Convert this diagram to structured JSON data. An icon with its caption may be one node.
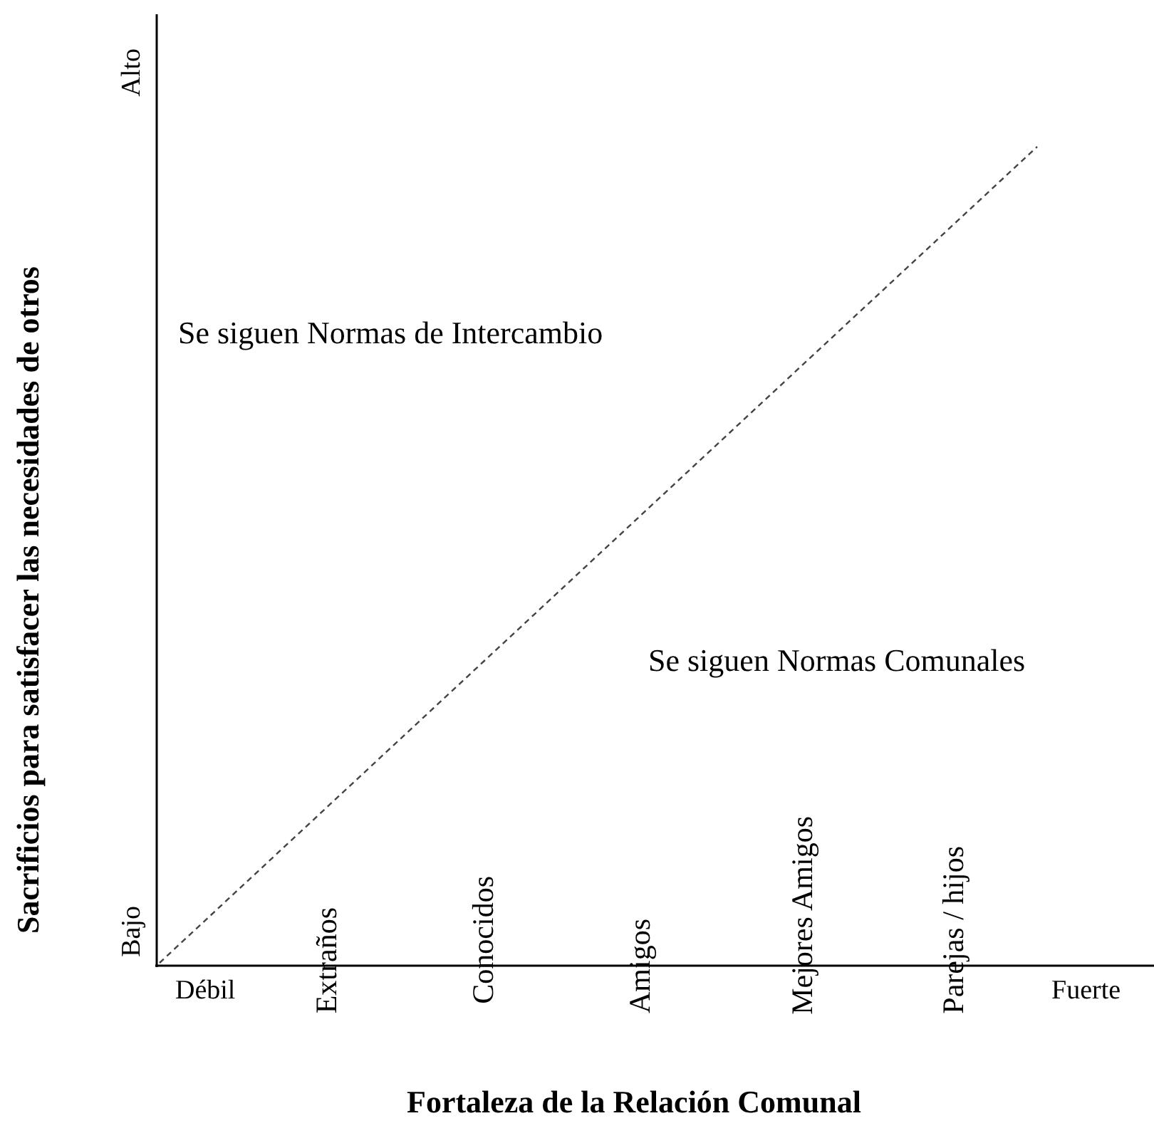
{
  "diagram": {
    "labels": [
      "Alto",
      "Sacrificios para satisfacer las necesidades de otros",
      "Se siguen Normas de Intercambio",
      "Se siguen Normas Comunales",
      "Bajo",
      "Extraños",
      "Conocidos",
      "Amigos",
      "Mejores Amigos",
      "Parejas / hijos",
      "Débil",
      "Fuerte",
      "Fortaleza de la Relación Comunal"
    ]
  }
}
